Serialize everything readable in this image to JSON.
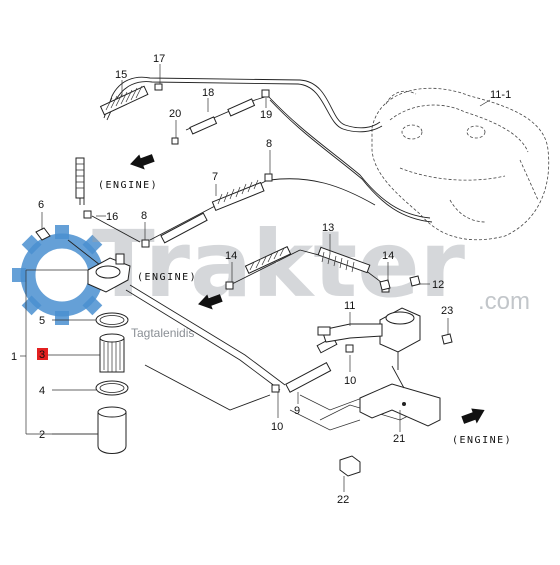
{
  "watermark": {
    "brand": "Trakter",
    "domain": ".com",
    "subtitle": "Tagtalenidis"
  },
  "engine_label": "(ENGINE)",
  "highlight_color": "#e32020",
  "gear_color": "#4a8fd0",
  "callouts": {
    "p1": "1",
    "p2": "2",
    "p3": "3",
    "p4": "4",
    "p5": "5",
    "p6": "6",
    "p8a": "8",
    "p8b": "8",
    "p7": "7",
    "p9": "9",
    "p10a": "10",
    "p10b": "10",
    "p11": "11",
    "p11_1": "11-1",
    "p12": "12",
    "p13": "13",
    "p14a": "14",
    "p14b": "14",
    "p15": "15",
    "p16": "16",
    "p17": "17",
    "p18": "18",
    "p19": "19",
    "p20": "20",
    "p21": "21",
    "p22": "22",
    "p23": "23"
  }
}
